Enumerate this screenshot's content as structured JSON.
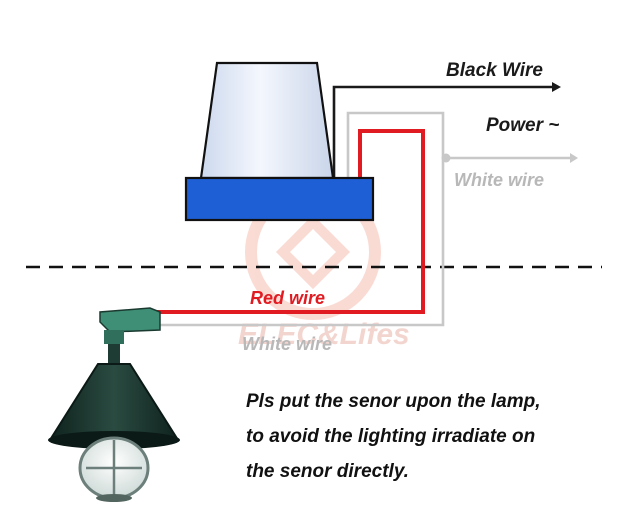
{
  "labels": {
    "black_wire": "Black Wire",
    "power": "Power ~",
    "white_wire_right": "White wire",
    "red_wire": "Red wire",
    "white_wire_bottom": "White wire"
  },
  "watermark": {
    "text": "ELEC&Lifes"
  },
  "note": {
    "lines": [
      "Pls put the senor upon the lamp,",
      "to avoid the lighting  irradiate on",
      "the senor directly."
    ]
  },
  "colors": {
    "black_wire": "#1a1a1a",
    "red_wire": "#e01b22",
    "white_wire": "#c8c8c8",
    "sensor_base": "#1f5fd6",
    "sensor_dome": "#e6eefb",
    "lamp_shade": "#1f3c34",
    "lamp_arm": "#3f8f76"
  }
}
